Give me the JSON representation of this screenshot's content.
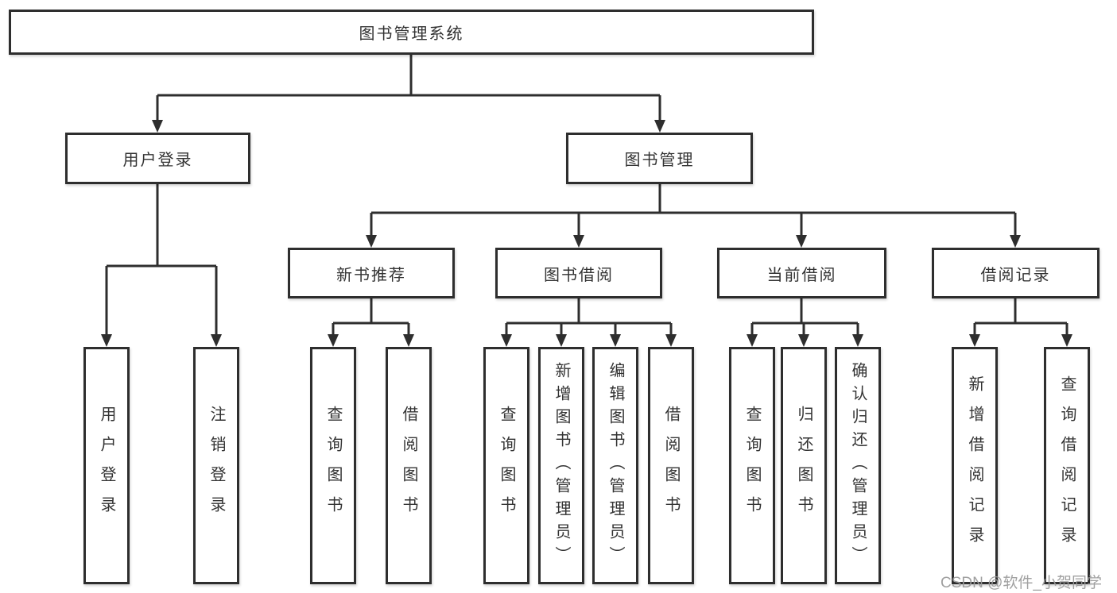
{
  "diagram": {
    "root": {
      "label": "图书管理系统"
    },
    "branches": [
      {
        "label": "用户登录",
        "children": [
          {
            "label": "用户登录"
          },
          {
            "label": "注销登录"
          }
        ]
      },
      {
        "label": "图书管理",
        "children": [
          {
            "label": "新书推荐",
            "children": [
              {
                "label": "查询图书"
              },
              {
                "label": "借阅图书"
              }
            ]
          },
          {
            "label": "图书借阅",
            "children": [
              {
                "label": "查询图书"
              },
              {
                "label": "新增图书（管理员）"
              },
              {
                "label": "编辑图书（管理员）"
              },
              {
                "label": "借阅图书"
              }
            ]
          },
          {
            "label": "当前借阅",
            "children": [
              {
                "label": "查询图书"
              },
              {
                "label": "归还图书"
              },
              {
                "label": "确认归还（管理员）"
              }
            ]
          },
          {
            "label": "借阅记录",
            "children": [
              {
                "label": "新增借阅记录"
              },
              {
                "label": "查询借阅记录"
              }
            ]
          }
        ]
      }
    ]
  },
  "watermark": {
    "text": "CSDN @软件_小贺同学"
  },
  "colors": {
    "line": "#2e2e2e",
    "box_border": "#2e2e2e",
    "box_fill": "#ffffff",
    "text": "#333333",
    "watermark": "#9b9b9b"
  }
}
